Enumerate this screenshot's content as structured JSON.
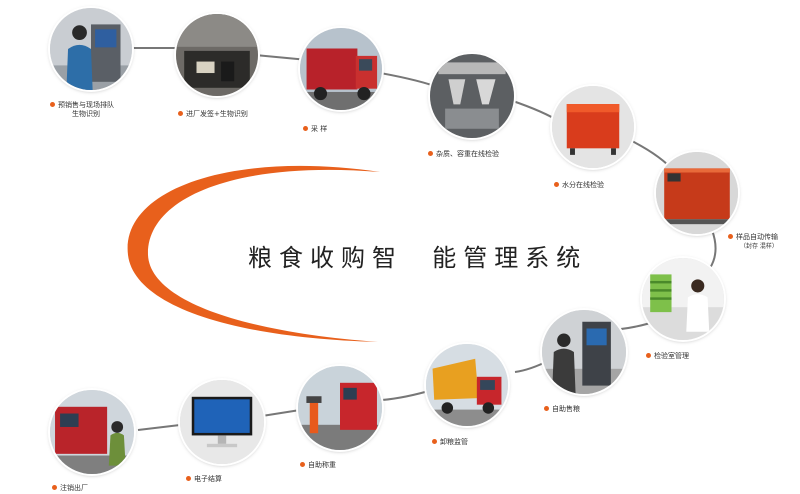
{
  "title": "粮食收购智  能管理系统",
  "colors": {
    "accent": "#e8601c",
    "connector": "#777777",
    "swoosh": "#e8601c"
  },
  "steps": [
    {
      "id": "s1",
      "label": "预销售与现场排队",
      "sub": "生物识别"
    },
    {
      "id": "s2",
      "label": "进厂发签+生物识别"
    },
    {
      "id": "s3",
      "label": "采 样"
    },
    {
      "id": "s4",
      "label": "杂质、容重在线检验"
    },
    {
      "id": "s5",
      "label": "水分在线检验"
    },
    {
      "id": "s6",
      "label": "样品自动传输",
      "sub": "（封存  混样）"
    },
    {
      "id": "s7",
      "label": "检验室管理"
    },
    {
      "id": "s8",
      "label": "自助售粮"
    },
    {
      "id": "s9",
      "label": "卸粮监管"
    },
    {
      "id": "s10",
      "label": "自助称重"
    },
    {
      "id": "s11",
      "label": "电子结算"
    },
    {
      "id": "s12",
      "label": "注销出厂"
    }
  ]
}
